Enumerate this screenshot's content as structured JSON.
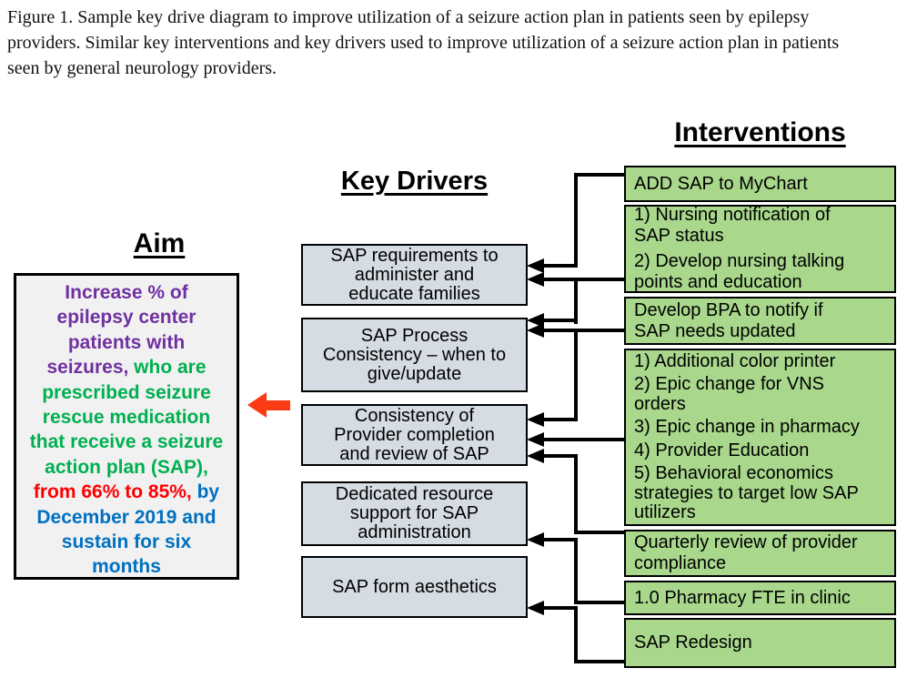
{
  "caption": {
    "lines": [
      "Figure 1. Sample key drive diagram to improve utilization of a seizure action plan in patients seen by epilepsy",
      "providers. Similar key interventions and key drivers used to improve utilization of a seizure action plan in patients",
      "seen by general neurology providers."
    ]
  },
  "columns": {
    "aim": {
      "title": "Aim",
      "box": {
        "lines": [
          [
            {
              "text": "Increase % of",
              "color": "purple"
            }
          ],
          [
            {
              "text": "epilepsy center",
              "color": "purple"
            }
          ],
          [
            {
              "text": "patients with",
              "color": "purple"
            }
          ],
          [
            {
              "text": "seizures,",
              "color": "purple"
            },
            {
              "text": " who are",
              "color": "green"
            }
          ],
          [
            {
              "text": "prescribed seizure",
              "color": "green"
            }
          ],
          [
            {
              "text": "rescue medication",
              "color": "green"
            }
          ],
          [
            {
              "text": "that receive a seizure",
              "color": "green"
            }
          ],
          [
            {
              "text": "action plan (SAP),",
              "color": "green"
            }
          ],
          [
            {
              "text": "from 66% to 85%,",
              "color": "red"
            },
            {
              "text": " by",
              "color": "blue"
            }
          ],
          [
            {
              "text": "December 2019 and",
              "color": "blue"
            }
          ],
          [
            {
              "text": "sustain for six",
              "color": "blue"
            }
          ],
          [
            {
              "text": "months",
              "color": "blue"
            }
          ]
        ]
      }
    },
    "key_drivers": {
      "title": "Key Drivers",
      "boxes": [
        {
          "text": "SAP requirements to\nadminister and\neducate families"
        },
        {
          "text": "SAP Process\nConsistency – when to\ngive/update"
        },
        {
          "text": "Consistency of\nProvider completion\nand review of SAP"
        },
        {
          "text": "Dedicated resource\nsupport for SAP\nadministration"
        },
        {
          "text": "SAP form aesthetics"
        }
      ]
    },
    "interventions": {
      "title": "Interventions",
      "boxes": [
        {
          "items": [
            "ADD SAP to MyChart"
          ]
        },
        {
          "items": [
            "1) Nursing notification of\nSAP status",
            "2) Develop nursing talking\npoints and education"
          ]
        },
        {
          "items": [
            "Develop BPA to notify if\nSAP needs updated"
          ]
        },
        {
          "items": [
            "1) Additional color printer",
            "2) Epic change for VNS\norders",
            "3) Epic change in pharmacy",
            "4) Provider Education",
            "5) Behavioral economics\nstrategies to target low SAP\nutilizers"
          ]
        },
        {
          "items": [
            "Quarterly review of provider\ncompliance"
          ]
        },
        {
          "items": [
            "1.0 Pharmacy FTE in clinic"
          ]
        },
        {
          "items": [
            "SAP Redesign"
          ]
        }
      ]
    }
  },
  "colors": {
    "purple": "#7030a0",
    "green": "#00b050",
    "red": "#ff0000",
    "blue": "#0070c0",
    "aim_fill": "#f1f1f2",
    "driver_fill": "#d6dce4",
    "intervention_fill": "#a9d88d",
    "arrow_red": "#fa3b14",
    "connector": "#000000"
  }
}
